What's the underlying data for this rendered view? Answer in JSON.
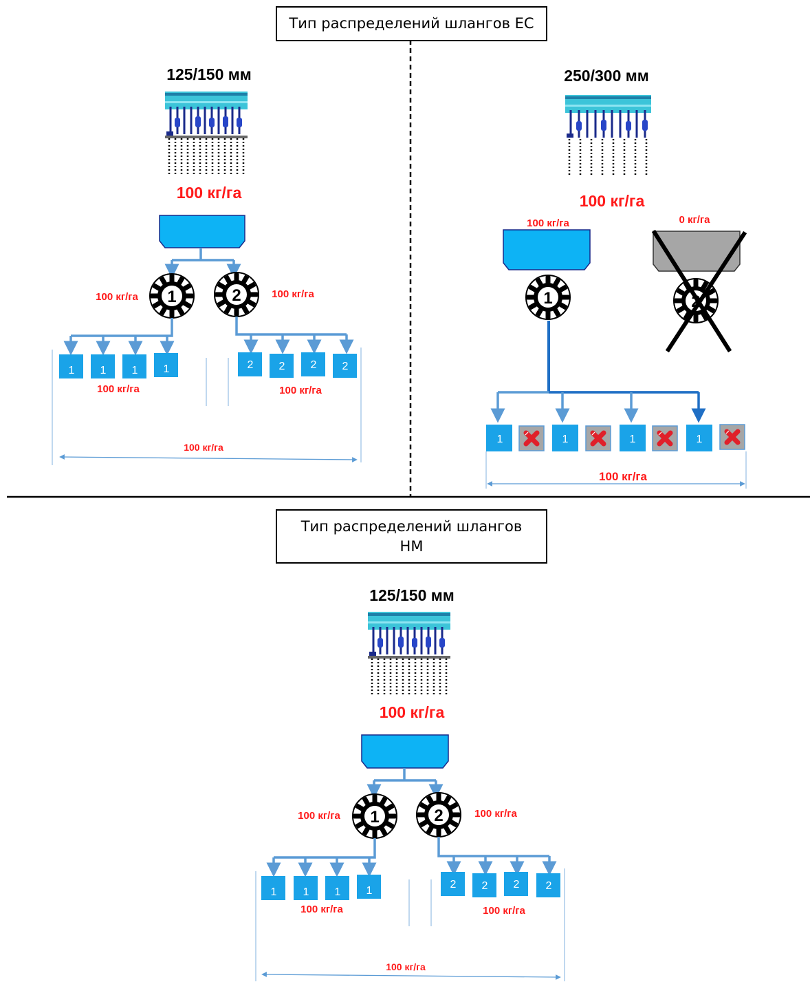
{
  "top_title": "Тип распределений шлангов EC",
  "bottom_title_line1": "Тип распределений шлангов",
  "bottom_title_line2": "HM",
  "ec_left": {
    "heading": "125/150 мм",
    "rate": "100 кг/га",
    "gear1": "1",
    "gear2": "2",
    "gear1_rate": "100 кг/га",
    "gear2_rate": "100 кг/га",
    "boxes": [
      "1",
      "1",
      "1",
      "1",
      "2",
      "2",
      "2",
      "2"
    ],
    "group1_rate": "100 кг/га",
    "group2_rate": "100 кг/га",
    "total_rate": "100 кг/га"
  },
  "ec_right": {
    "heading": "250/300 мм",
    "rate": "100 кг/га",
    "hopper1_rate": "100 кг/га",
    "hopper2_rate": "0 кг/га",
    "gear1": "1",
    "gear2": "2",
    "boxes": [
      "1",
      "x",
      "1",
      "x",
      "1",
      "x",
      "1",
      "x"
    ],
    "total_rate": "100 кг/га"
  },
  "hm": {
    "heading": "125/150 мм",
    "rate": "100 кг/га",
    "gear1": "1",
    "gear2": "2",
    "gear1_rate": "100 кг/га",
    "gear2_rate": "100 кг/га",
    "boxes": [
      "1",
      "1",
      "1",
      "1",
      "2",
      "2",
      "2",
      "2"
    ],
    "group1_rate": "100 кг/га",
    "group2_rate": "100 кг/га",
    "total_rate": "100 кг/га"
  },
  "colors": {
    "box_fill": "#1aa3e8",
    "line": "#5b9bd5",
    "rate_text": "#ff1a1a",
    "disabled": "#a6a6a6",
    "machine_top": "#3cc4d9",
    "machine_frame": "#1a2a8a"
  },
  "icons": [
    "gear-icon",
    "seed-drill-icon",
    "hopper-icon",
    "cross-icon"
  ]
}
